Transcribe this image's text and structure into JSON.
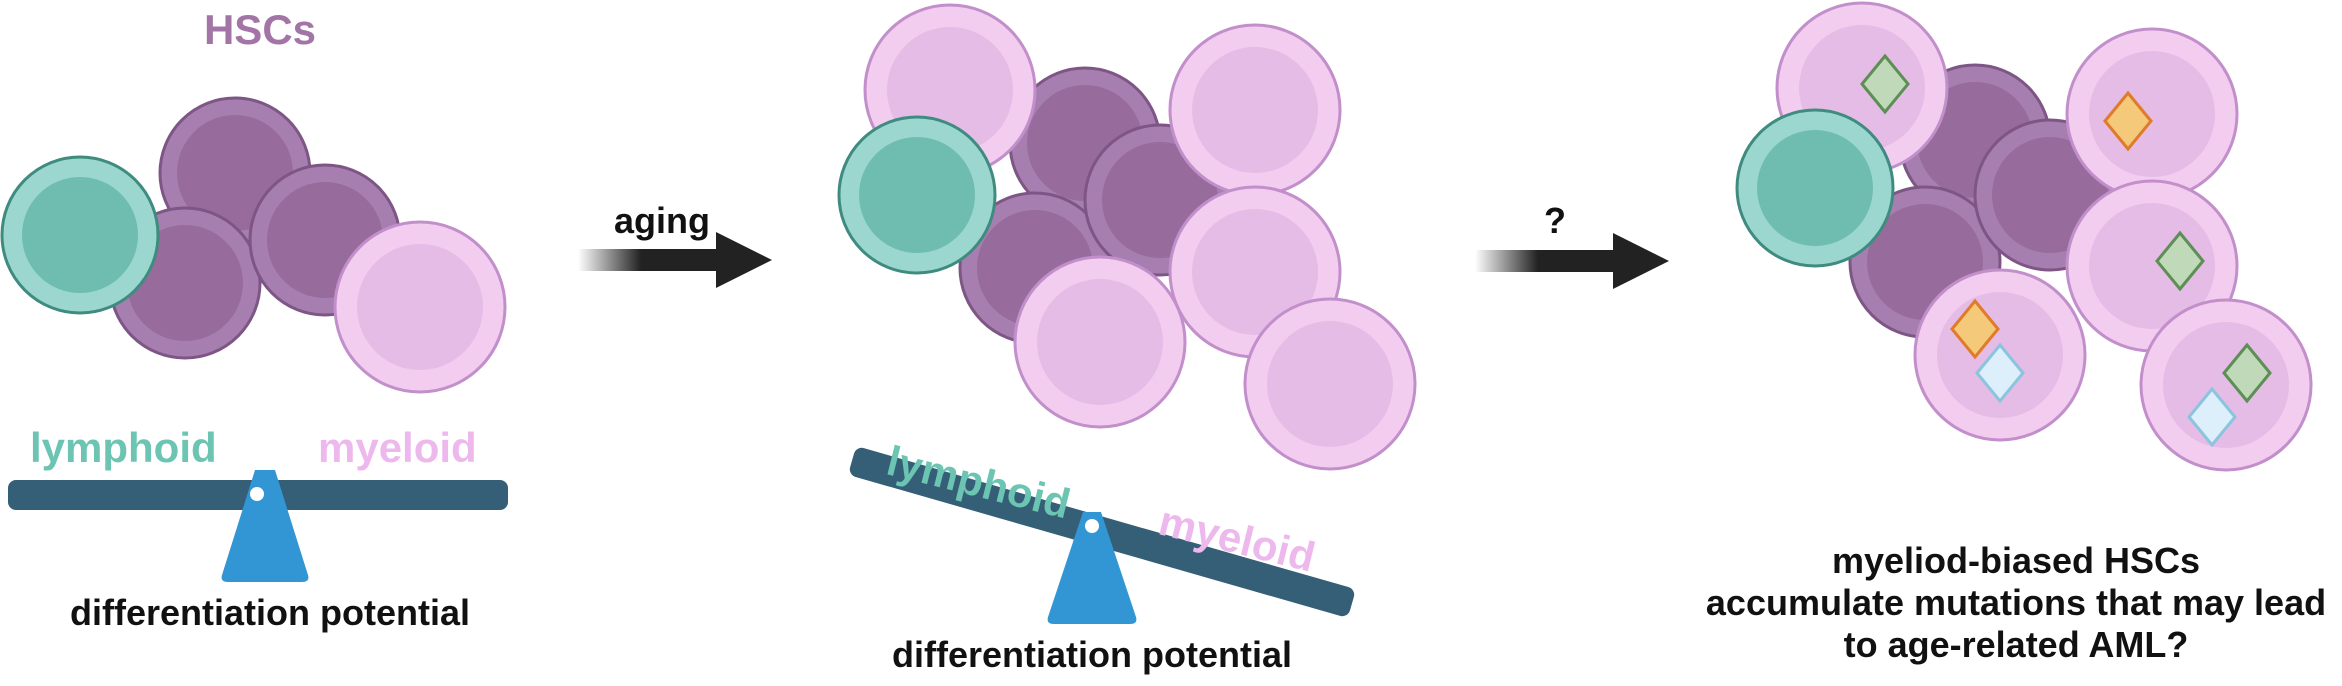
{
  "title": "HSCs",
  "arrows": {
    "aging": "aging",
    "unknown": "?"
  },
  "balance": {
    "left": "lymphoid",
    "right": "myeloid"
  },
  "captions": {
    "young": "differentiation potential",
    "aged": "differentiation potential",
    "outcome": [
      "myeliod-biased HSCs",
      "accumulate mutations that may lead",
      "to age-related AML?"
    ]
  },
  "colors": {
    "hsc_purple": "#9B6FA0",
    "lymphoid_teal": "#6CC4B2",
    "myeloid_pink": "#EDB8EC",
    "beam": "#355F77",
    "fulcrum": "#3296D4",
    "mutation_green": "#BFD9B9",
    "mutation_orange": "#F4C97A",
    "mutation_blue": "#DCEFFA"
  },
  "icons": [
    "hsc-cell-icon",
    "mutation-diamond-icon",
    "balance-scale-icon",
    "arrow-icon"
  ]
}
